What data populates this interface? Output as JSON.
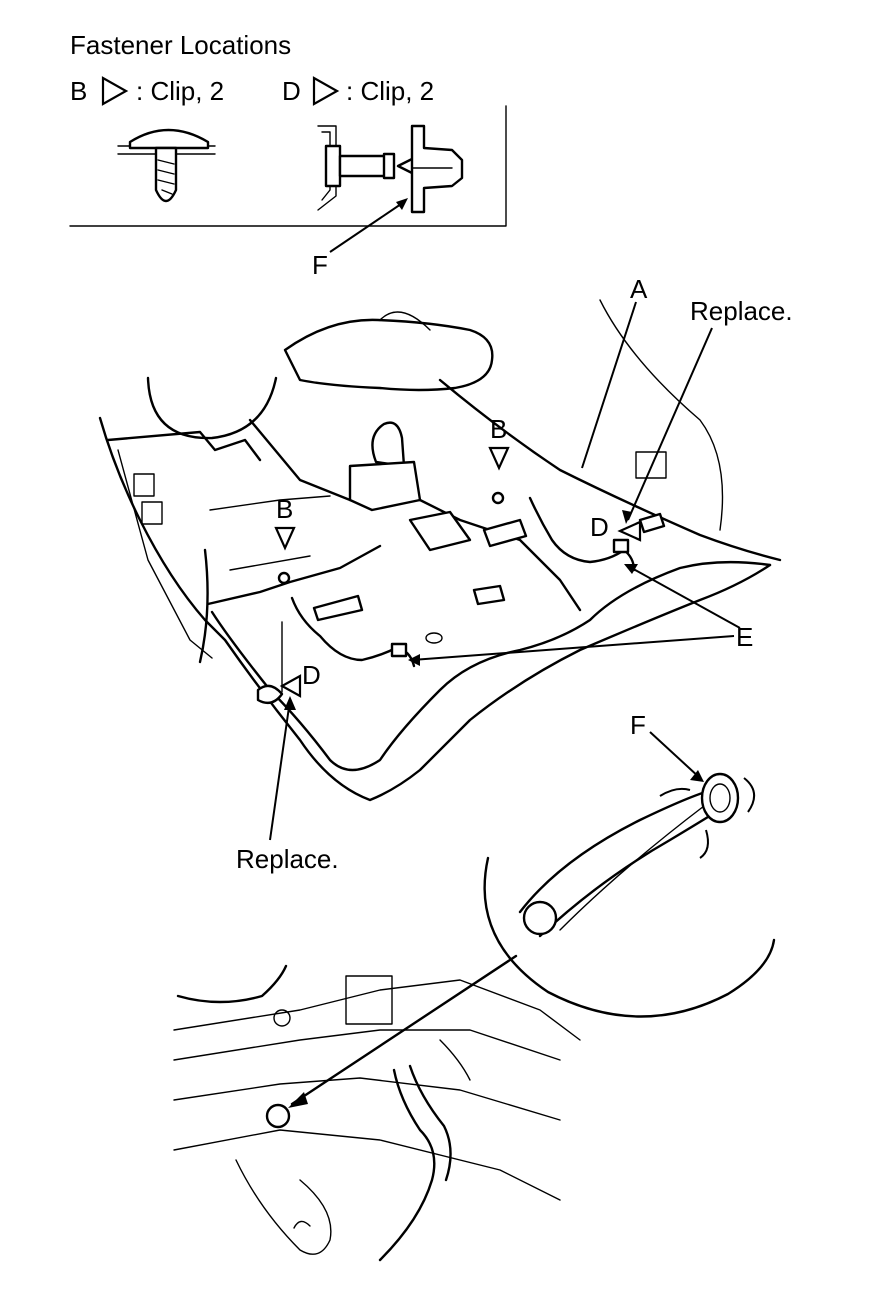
{
  "legend": {
    "title": "Fastener Locations",
    "item_b": {
      "letter": "B",
      "text": ": Clip, 2"
    },
    "item_d": {
      "letter": "D",
      "text": ": Clip, 2"
    }
  },
  "callouts": {
    "a": "A",
    "b_upper": "B",
    "b_lower": "B",
    "d_upper": "D",
    "d_lower": "D",
    "e": "E",
    "f_top": "F",
    "f_detail": "F",
    "replace_upper": "Replace.",
    "replace_lower": "Replace."
  }
}
